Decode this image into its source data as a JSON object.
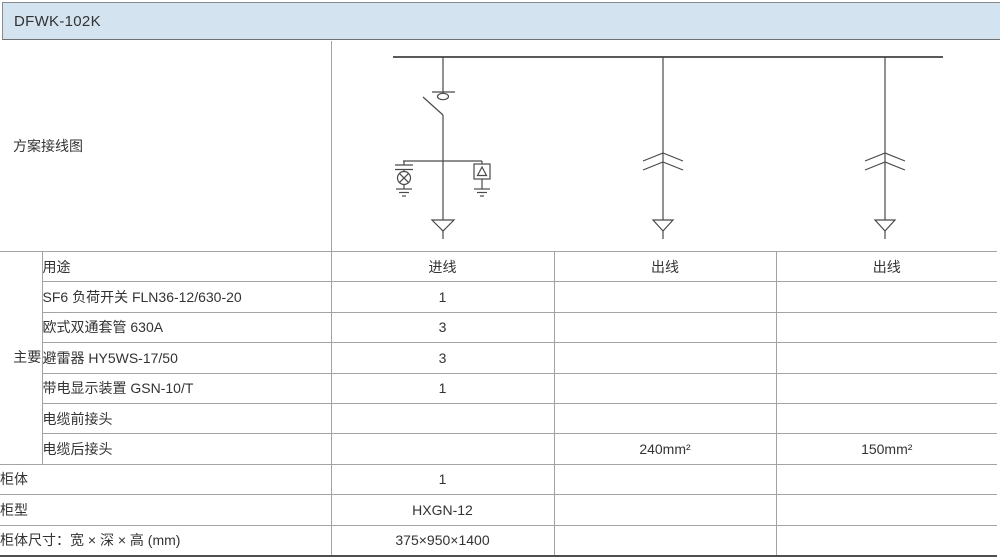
{
  "title_bar": {
    "title": "DFWK-102K"
  },
  "scheme": {
    "label": "方案接线图",
    "components": {
      "busbar": "busbar-line",
      "incoming": [
        "load-break-switch",
        "live-display-device",
        "surge-arrester",
        "earth",
        "cable-terminal"
      ],
      "outgoing": [
        "separable-connector",
        "cable-terminal"
      ]
    }
  },
  "colors": {
    "title_bar_bg": "#d3e4f0",
    "grid_border": "#a3a3a3",
    "bottom_border": "#4f4f4f",
    "diagram_line": "#4a4a4a",
    "text": "#333333"
  },
  "table": {
    "group_label": "主要元件",
    "header": {
      "usage": "用途",
      "incoming": "进线",
      "outgoing1": "出线",
      "outgoing2": "出线"
    },
    "component_rows": [
      {
        "label": "SF6 负荷开关 FLN36-12/630-20",
        "incoming": "1",
        "outgoing1": "",
        "outgoing2": ""
      },
      {
        "label": "欧式双通套管 630A",
        "incoming": "3",
        "outgoing1": "",
        "outgoing2": ""
      },
      {
        "label": "避雷器 HY5WS-17/50",
        "incoming": "3",
        "outgoing1": "",
        "outgoing2": ""
      },
      {
        "label": "带电显示装置 GSN-10/T",
        "incoming": "1",
        "outgoing1": "",
        "outgoing2": ""
      },
      {
        "label": "电缆前接头",
        "incoming": "",
        "outgoing1": "",
        "outgoing2": ""
      },
      {
        "label": "电缆后接头",
        "incoming": "",
        "outgoing1": "240mm²",
        "outgoing2": "150mm²"
      }
    ],
    "summary_rows": [
      {
        "label": "柜体",
        "incoming": "1",
        "outgoing1": "",
        "outgoing2": ""
      },
      {
        "label": "柜型",
        "incoming": "HXGN-12",
        "outgoing1": "",
        "outgoing2": ""
      },
      {
        "label": "柜体尺寸：宽 × 深 × 高 (mm)",
        "incoming": "375×950×1400",
        "outgoing1": "",
        "outgoing2": ""
      }
    ]
  }
}
